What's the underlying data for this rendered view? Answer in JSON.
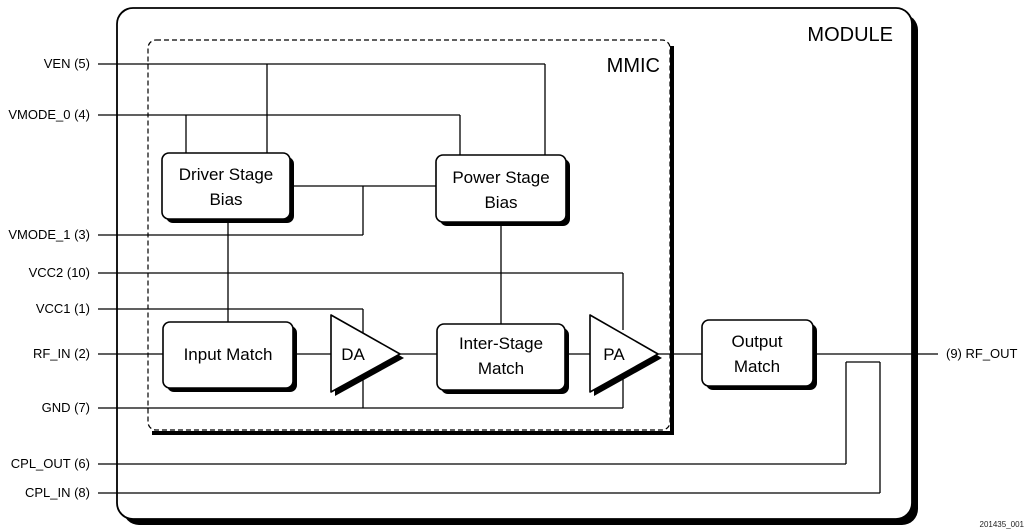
{
  "module": {
    "title": "MODULE"
  },
  "mmic": {
    "title": "MMIC"
  },
  "pins": {
    "ven": "VEN (5)",
    "vmode0": "VMODE_0 (4)",
    "vmode1": "VMODE_1 (3)",
    "vcc2": "VCC2 (10)",
    "vcc1": "VCC1 (1)",
    "rf_in": "RF_IN (2)",
    "gnd": "GND (7)",
    "cpl_out": "CPL_OUT (6)",
    "cpl_in": "CPL_IN (8)",
    "rf_out": "(9) RF_OUT"
  },
  "blocks": {
    "driver_bias": [
      "Driver Stage",
      "Bias"
    ],
    "power_bias": [
      "Power Stage",
      "Bias"
    ],
    "input_match": [
      "Input Match"
    ],
    "inter_stage": [
      "Inter-Stage",
      "Match"
    ],
    "output_match": [
      "Output",
      "Match"
    ]
  },
  "amps": {
    "da": "DA",
    "pa": "PA"
  },
  "figure_id": "201435_001"
}
